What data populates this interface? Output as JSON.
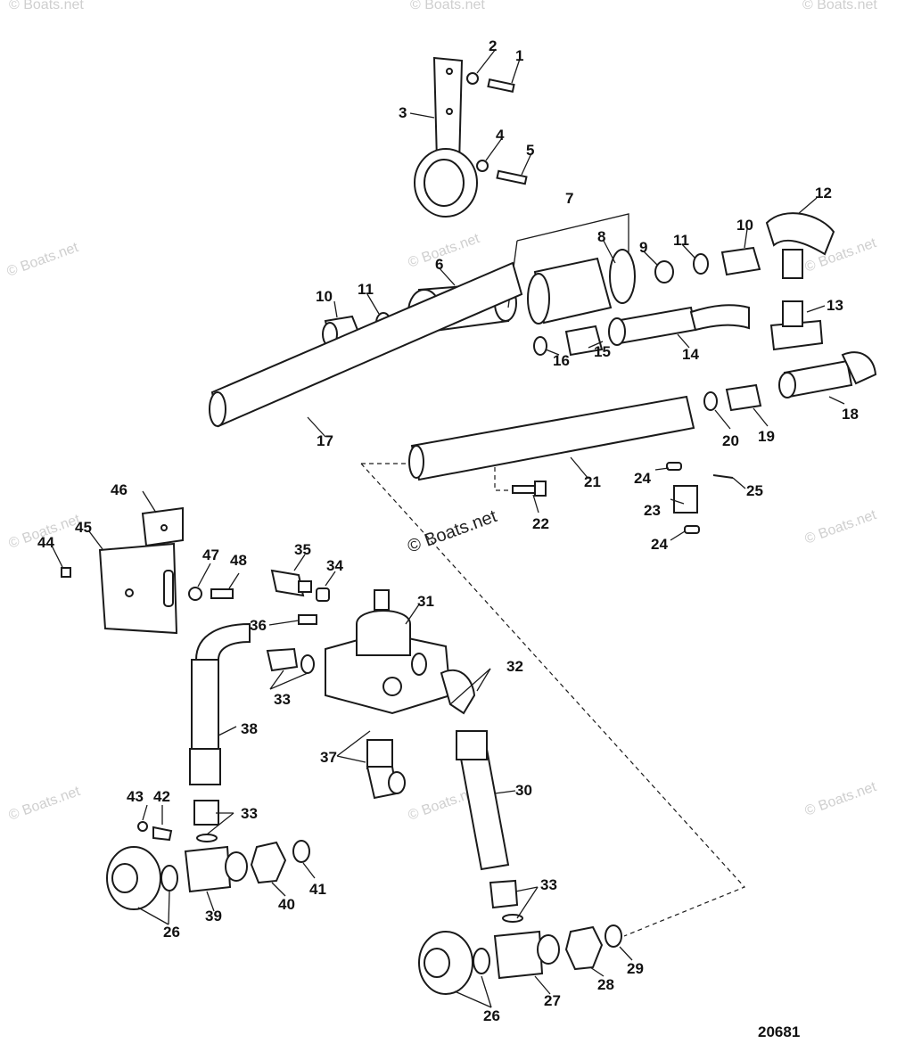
{
  "diagram": {
    "figure_number": "20681",
    "watermark": "© Boats.net",
    "callouts": [
      "1",
      "2",
      "3",
      "4",
      "5",
      "6",
      "7",
      "8",
      "9",
      "10",
      "11",
      "12",
      "13",
      "14",
      "15",
      "16",
      "17",
      "18",
      "19",
      "20",
      "21",
      "22",
      "23",
      "24",
      "25",
      "26",
      "27",
      "28",
      "29",
      "30",
      "31",
      "32",
      "33",
      "34",
      "35",
      "36",
      "37",
      "38",
      "39",
      "40",
      "41",
      "42",
      "43",
      "44",
      "45",
      "46",
      "47",
      "48"
    ]
  },
  "colors": {
    "line": "#1a1a1a",
    "watermark": "#cfcfcf",
    "background": "#ffffff"
  }
}
